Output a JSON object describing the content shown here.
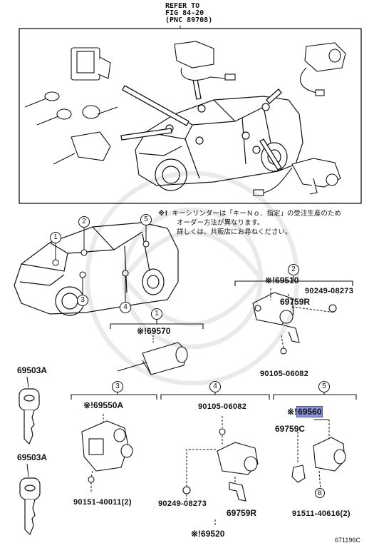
{
  "refer": {
    "line1": "REFER TO",
    "line2": "FIG 84-20",
    "line3": "(PNC 89708)"
  },
  "note": {
    "mark": "※!",
    "lines": [
      "キーシリンダーは「キーＮｏ．指定」の受注生産のため",
      "オーダー方法が異なります。",
      "詳しくは、共販店にお尋ねください。"
    ]
  },
  "callouts": [
    "1",
    "2",
    "3",
    "4",
    "5"
  ],
  "groups": {
    "g1": {
      "num": "1",
      "part": "※!69570"
    },
    "g2": {
      "num": "2",
      "part": "※!69510",
      "p1": "90249-08273",
      "p2": "69759R",
      "p3": "90105-06082"
    },
    "g3": {
      "num": "3",
      "part": "※!69550A",
      "p1": "90151-40011(2)"
    },
    "g4": {
      "num": "4",
      "part": "※!69520",
      "p1": "90105-06082",
      "p2": "90249-08273",
      "p3": "69759R"
    },
    "g5": {
      "num": "5",
      "part_prefix": "※!",
      "part": "69560",
      "p1": "69759C",
      "p2": "91511-40616(2)",
      "b": "B"
    }
  },
  "keys": {
    "k1": "69503A",
    "k2": "69503A"
  },
  "figcode": "671196C",
  "colors": {
    "highlight": "#8a93d8"
  }
}
